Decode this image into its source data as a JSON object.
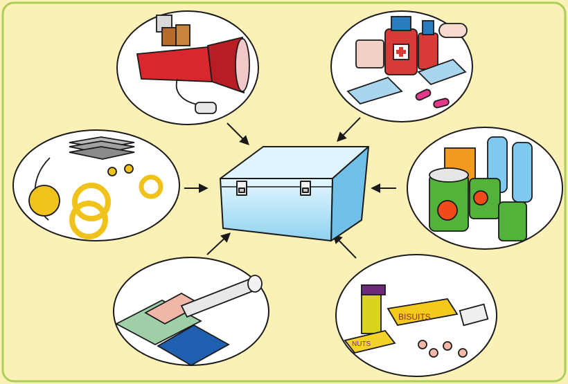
{
  "palette": {
    "background": "#fbf1b6",
    "frame": "#a9cf55",
    "ellipse_fill": "#ffffff",
    "outline": "#1a1a1a",
    "box": "#9fdaf2",
    "flashlight": "#d8272e",
    "gold": "#f0c21c",
    "cash": "#8a8a8a",
    "bottle": "#d63b37",
    "food_green": "#53b23a",
    "water": "#7fc8ee",
    "document_blue": "#1f5fb0"
  },
  "center_box": {
    "name": "emergency-kit-box",
    "icon": "metal-trunk-icon"
  },
  "items": [
    {
      "id": "torch",
      "icon": "flashlight-batteries-whistle-icon"
    },
    {
      "id": "medicine",
      "icon": "first-aid-medicines-icon"
    },
    {
      "id": "valuables",
      "icon": "jewellery-cash-icon"
    },
    {
      "id": "food-water",
      "icon": "canned-food-water-icon"
    },
    {
      "id": "documents",
      "icon": "documents-passbook-icon"
    },
    {
      "id": "dry-food",
      "icon": "biscuits-nuts-icon"
    }
  ],
  "labels": {
    "biscuits": "BISUITS",
    "nuts": "NUTS"
  }
}
